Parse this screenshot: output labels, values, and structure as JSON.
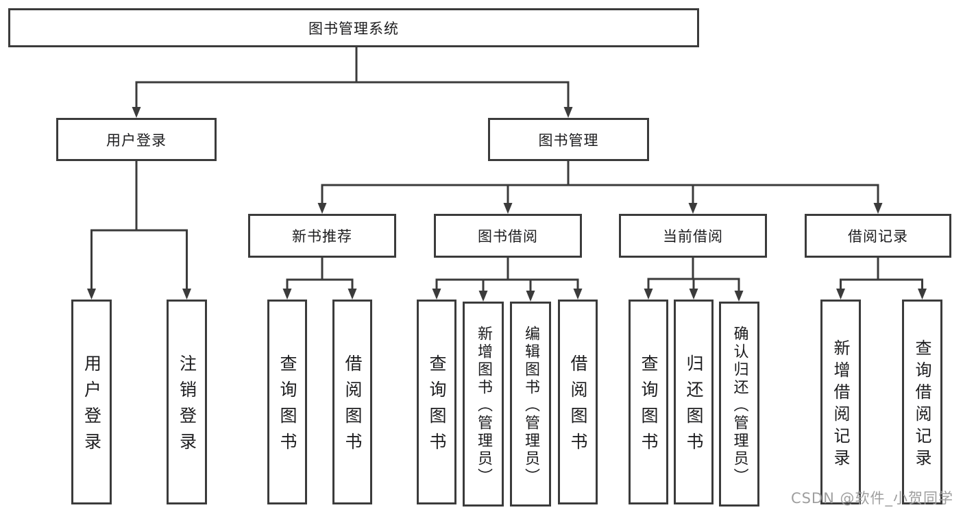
{
  "diagram": {
    "watermark": "CSDN @软件_小贺同学"
  },
  "colors": {
    "line": "#3b3b3b",
    "text": "#1c1c1e",
    "watermark": "#9e9e9e",
    "background": "#ffffff"
  },
  "nodes": {
    "root": "图书管理系统",
    "user_login": "用户登录",
    "book_mgmt": "图书管理",
    "new_book_rec": "新书推荐",
    "book_borrow": "图书借阅",
    "current_borrow": "当前借阅",
    "borrow_record": "借阅记录",
    "login": "用户登录",
    "logout": "注销登录",
    "rec_query_book": "查询图书",
    "rec_borrow_book": "借阅图书",
    "bb_query_book": "查询图书",
    "bb_add_book": "新增图书（管理员）",
    "bb_edit_book": "编辑图书（管理员）",
    "bb_borrow_book": "借阅图书",
    "cb_query_book": "查询图书",
    "cb_return_book": "归还图书",
    "cb_confirm_return": "确认归还（管理员）",
    "br_add_record": "新增借阅记录",
    "br_query_record": "查询借阅记录"
  }
}
